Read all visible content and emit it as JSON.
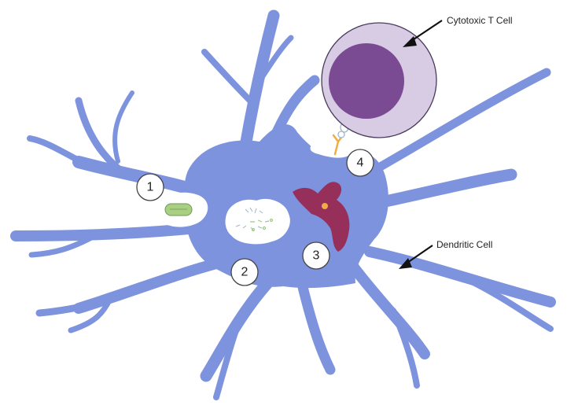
{
  "labels": {
    "cytotoxic_t_cell": "Cytotoxic T Cell",
    "dendritic_cell": "Dendritic Cell"
  },
  "steps": [
    "1",
    "2",
    "3",
    "4"
  ],
  "colors": {
    "dendritic_cell": "#7d93dd",
    "t_cell_outer": "#d8cce4",
    "t_cell_nucleus": "#7a4a93",
    "organelle": "#96305a",
    "bacterium": "#a9cf83",
    "receptor": "#f0ad44"
  }
}
